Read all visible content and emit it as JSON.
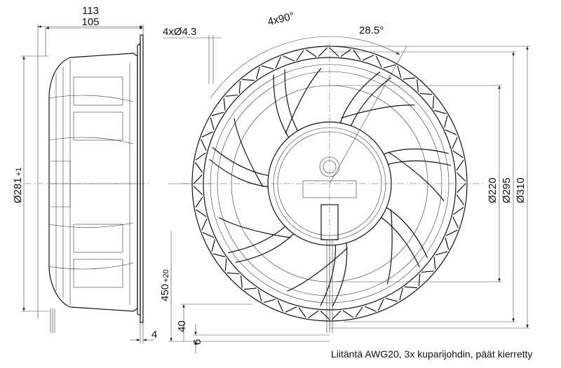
{
  "drawing": {
    "side_view": {
      "width_overall": "113",
      "width_body": "105",
      "diameter": "Ø281",
      "diameter_tol": "+1",
      "flange": "4"
    },
    "front_view": {
      "holes": "4xØ4.3",
      "hole_pattern": "4x90°",
      "angle": "28.5°",
      "d_inner": "Ø220",
      "d_mid": "Ø295",
      "d_outer": "Ø310",
      "cable_length": "450",
      "cable_tol": "+20",
      "dim_40": "40",
      "dim_6": "6"
    },
    "note": "Liitäntä AWG20, 3x kuparijohdin, päät kierretty"
  }
}
